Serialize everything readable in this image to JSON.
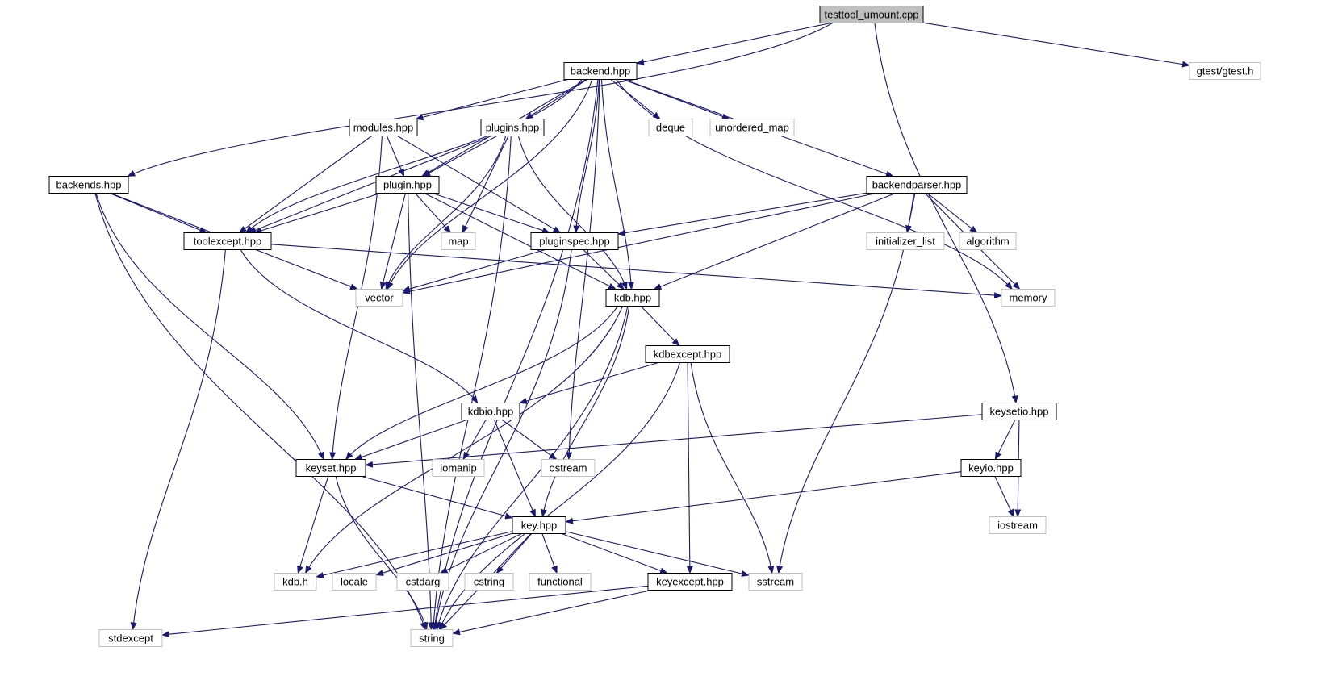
{
  "diagram": {
    "root_node": "testtool_umount.cpp",
    "colors": {
      "edge": "#191970",
      "project_border": "#000000",
      "external_border": "#bfbfbf",
      "root_fill": "#bfbfbf",
      "node_fill": "#ffffff",
      "text": "#000000"
    },
    "nodes": [
      {
        "id": "testtool_umount",
        "label": "testtool_umount.cpp",
        "kind": "root"
      },
      {
        "id": "backend",
        "label": "backend.hpp",
        "kind": "project"
      },
      {
        "id": "gtest",
        "label": "gtest/gtest.h",
        "kind": "external"
      },
      {
        "id": "modules",
        "label": "modules.hpp",
        "kind": "project"
      },
      {
        "id": "plugins",
        "label": "plugins.hpp",
        "kind": "project"
      },
      {
        "id": "deque",
        "label": "deque",
        "kind": "external"
      },
      {
        "id": "unordered_map",
        "label": "unordered_map",
        "kind": "external"
      },
      {
        "id": "backends",
        "label": "backends.hpp",
        "kind": "project"
      },
      {
        "id": "plugin",
        "label": "plugin.hpp",
        "kind": "project"
      },
      {
        "id": "backendparser",
        "label": "backendparser.hpp",
        "kind": "project"
      },
      {
        "id": "toolexcept",
        "label": "toolexcept.hpp",
        "kind": "project"
      },
      {
        "id": "map",
        "label": "map",
        "kind": "external"
      },
      {
        "id": "pluginspec",
        "label": "pluginspec.hpp",
        "kind": "project"
      },
      {
        "id": "initializer_list",
        "label": "initializer_list",
        "kind": "external"
      },
      {
        "id": "algorithm",
        "label": "algorithm",
        "kind": "external"
      },
      {
        "id": "vector",
        "label": "vector",
        "kind": "external"
      },
      {
        "id": "kdb",
        "label": "kdb.hpp",
        "kind": "project"
      },
      {
        "id": "memory",
        "label": "memory",
        "kind": "external"
      },
      {
        "id": "kdbexcept",
        "label": "kdbexcept.hpp",
        "kind": "project"
      },
      {
        "id": "kdbio",
        "label": "kdbio.hpp",
        "kind": "project"
      },
      {
        "id": "keysetio",
        "label": "keysetio.hpp",
        "kind": "project"
      },
      {
        "id": "keyset",
        "label": "keyset.hpp",
        "kind": "project"
      },
      {
        "id": "iomanip",
        "label": "iomanip",
        "kind": "external"
      },
      {
        "id": "ostream",
        "label": "ostream",
        "kind": "external"
      },
      {
        "id": "keyio",
        "label": "keyio.hpp",
        "kind": "project"
      },
      {
        "id": "key",
        "label": "key.hpp",
        "kind": "project"
      },
      {
        "id": "iostream",
        "label": "iostream",
        "kind": "external"
      },
      {
        "id": "kdb_h",
        "label": "kdb.h",
        "kind": "external"
      },
      {
        "id": "locale",
        "label": "locale",
        "kind": "external"
      },
      {
        "id": "cstdarg",
        "label": "cstdarg",
        "kind": "external"
      },
      {
        "id": "cstring",
        "label": "cstring",
        "kind": "external"
      },
      {
        "id": "functional",
        "label": "functional",
        "kind": "external"
      },
      {
        "id": "keyexcept",
        "label": "keyexcept.hpp",
        "kind": "project"
      },
      {
        "id": "sstream",
        "label": "sstream",
        "kind": "external"
      },
      {
        "id": "stdexcept",
        "label": "stdexcept",
        "kind": "external"
      },
      {
        "id": "string",
        "label": "string",
        "kind": "external"
      }
    ],
    "edges": [
      {
        "from": "testtool_umount",
        "to": "backend"
      },
      {
        "from": "testtool_umount",
        "to": "backends"
      },
      {
        "from": "testtool_umount",
        "to": "gtest"
      },
      {
        "from": "testtool_umount",
        "to": "keysetio"
      },
      {
        "from": "backend",
        "to": "modules"
      },
      {
        "from": "backend",
        "to": "plugins"
      },
      {
        "from": "backend",
        "to": "deque"
      },
      {
        "from": "backend",
        "to": "unordered_map"
      },
      {
        "from": "backend",
        "to": "backendparser"
      },
      {
        "from": "backend",
        "to": "plugin"
      },
      {
        "from": "backend",
        "to": "toolexcept"
      },
      {
        "from": "backend",
        "to": "pluginspec"
      },
      {
        "from": "backend",
        "to": "kdb"
      },
      {
        "from": "backend",
        "to": "vector"
      },
      {
        "from": "backend",
        "to": "memory"
      },
      {
        "from": "backend",
        "to": "ostream"
      },
      {
        "from": "backend",
        "to": "string"
      },
      {
        "from": "modules",
        "to": "plugin"
      },
      {
        "from": "modules",
        "to": "toolexcept"
      },
      {
        "from": "modules",
        "to": "pluginspec"
      },
      {
        "from": "modules",
        "to": "keyset"
      },
      {
        "from": "plugins",
        "to": "plugin"
      },
      {
        "from": "plugins",
        "to": "toolexcept"
      },
      {
        "from": "plugins",
        "to": "map"
      },
      {
        "from": "plugins",
        "to": "vector"
      },
      {
        "from": "plugins",
        "to": "kdb"
      },
      {
        "from": "plugins",
        "to": "string"
      },
      {
        "from": "backends",
        "to": "toolexcept"
      },
      {
        "from": "backends",
        "to": "vector"
      },
      {
        "from": "backends",
        "to": "keyset"
      },
      {
        "from": "backends",
        "to": "string"
      },
      {
        "from": "plugin",
        "to": "toolexcept"
      },
      {
        "from": "plugin",
        "to": "map"
      },
      {
        "from": "plugin",
        "to": "pluginspec"
      },
      {
        "from": "plugin",
        "to": "vector"
      },
      {
        "from": "plugin",
        "to": "kdb"
      },
      {
        "from": "plugin",
        "to": "string"
      },
      {
        "from": "backendparser",
        "to": "pluginspec"
      },
      {
        "from": "backendparser",
        "to": "initializer_list"
      },
      {
        "from": "backendparser",
        "to": "algorithm"
      },
      {
        "from": "backendparser",
        "to": "memory"
      },
      {
        "from": "backendparser",
        "to": "vector"
      },
      {
        "from": "backendparser",
        "to": "kdb"
      },
      {
        "from": "backendparser",
        "to": "sstream"
      },
      {
        "from": "toolexcept",
        "to": "memory"
      },
      {
        "from": "toolexcept",
        "to": "kdbio"
      },
      {
        "from": "toolexcept",
        "to": "stdexcept"
      },
      {
        "from": "pluginspec",
        "to": "vector"
      },
      {
        "from": "pluginspec",
        "to": "kdb"
      },
      {
        "from": "pluginspec",
        "to": "string"
      },
      {
        "from": "kdb",
        "to": "kdbexcept"
      },
      {
        "from": "kdb",
        "to": "keyset"
      },
      {
        "from": "kdb",
        "to": "key"
      },
      {
        "from": "kdb",
        "to": "kdb_h"
      },
      {
        "from": "kdb",
        "to": "string"
      },
      {
        "from": "kdbexcept",
        "to": "kdbio"
      },
      {
        "from": "kdbexcept",
        "to": "keyexcept"
      },
      {
        "from": "kdbexcept",
        "to": "sstream"
      },
      {
        "from": "kdbexcept",
        "to": "string"
      },
      {
        "from": "kdbio",
        "to": "keyset"
      },
      {
        "from": "kdbio",
        "to": "iomanip"
      },
      {
        "from": "kdbio",
        "to": "ostream"
      },
      {
        "from": "kdbio",
        "to": "key"
      },
      {
        "from": "keysetio",
        "to": "keyset"
      },
      {
        "from": "keysetio",
        "to": "keyio"
      },
      {
        "from": "keysetio",
        "to": "iostream"
      },
      {
        "from": "keyio",
        "to": "key"
      },
      {
        "from": "keyio",
        "to": "iostream"
      },
      {
        "from": "keyset",
        "to": "key"
      },
      {
        "from": "keyset",
        "to": "kdb_h"
      },
      {
        "from": "keyset",
        "to": "string"
      },
      {
        "from": "key",
        "to": "kdb_h"
      },
      {
        "from": "key",
        "to": "locale"
      },
      {
        "from": "key",
        "to": "cstdarg"
      },
      {
        "from": "key",
        "to": "cstring"
      },
      {
        "from": "key",
        "to": "functional"
      },
      {
        "from": "key",
        "to": "keyexcept"
      },
      {
        "from": "key",
        "to": "sstream"
      },
      {
        "from": "key",
        "to": "string"
      },
      {
        "from": "keyexcept",
        "to": "stdexcept"
      },
      {
        "from": "keyexcept",
        "to": "string"
      }
    ]
  }
}
